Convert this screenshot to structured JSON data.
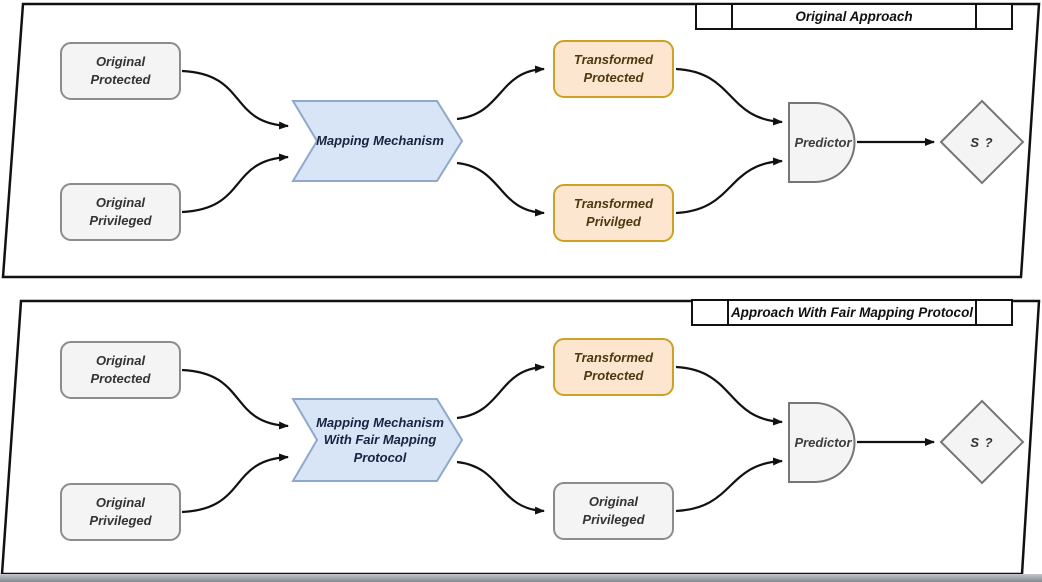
{
  "colors": {
    "frame-border": "#111111",
    "node-gray-fill": "#f4f4f4",
    "node-gray-border": "#8c8c8c",
    "node-orange-fill": "#fce6cf",
    "node-orange-border": "#c9a227",
    "chevron-fill": "#d8e5f7",
    "chevron-border": "#8fa8cc",
    "arrow": "#111111",
    "text-dark": "#333333",
    "text-navy": "#16243f",
    "text-brown": "#4a3a10"
  },
  "sections": [
    {
      "title": "Original Approach",
      "nodes": {
        "input_top": {
          "lines": [
            "Original",
            "Protected"
          ]
        },
        "input_bottom": {
          "lines": [
            "Original",
            "Privileged"
          ]
        },
        "process": {
          "lines": [
            "Mapping Mechanism"
          ]
        },
        "output_top": {
          "lines": [
            "Transformed",
            "Protected"
          ]
        },
        "output_bottom": {
          "lines": [
            "Transformed",
            "Privilged"
          ]
        },
        "predictor": {
          "label": "Predictor"
        },
        "decision": {
          "label": "S ?"
        }
      }
    },
    {
      "title": "Approach With Fair Mapping Protocol",
      "nodes": {
        "input_top": {
          "lines": [
            "Original",
            "Protected"
          ]
        },
        "input_bottom": {
          "lines": [
            "Original",
            "Privileged"
          ]
        },
        "process": {
          "lines": [
            "Mapping Mechanism",
            "With Fair Mapping",
            "Protocol"
          ]
        },
        "output_top": {
          "lines": [
            "Transformed",
            "Protected"
          ]
        },
        "output_bottom": {
          "lines": [
            "Original",
            "Privileged"
          ]
        },
        "predictor": {
          "label": "Predictor"
        },
        "decision": {
          "label": "S ?"
        }
      }
    }
  ]
}
